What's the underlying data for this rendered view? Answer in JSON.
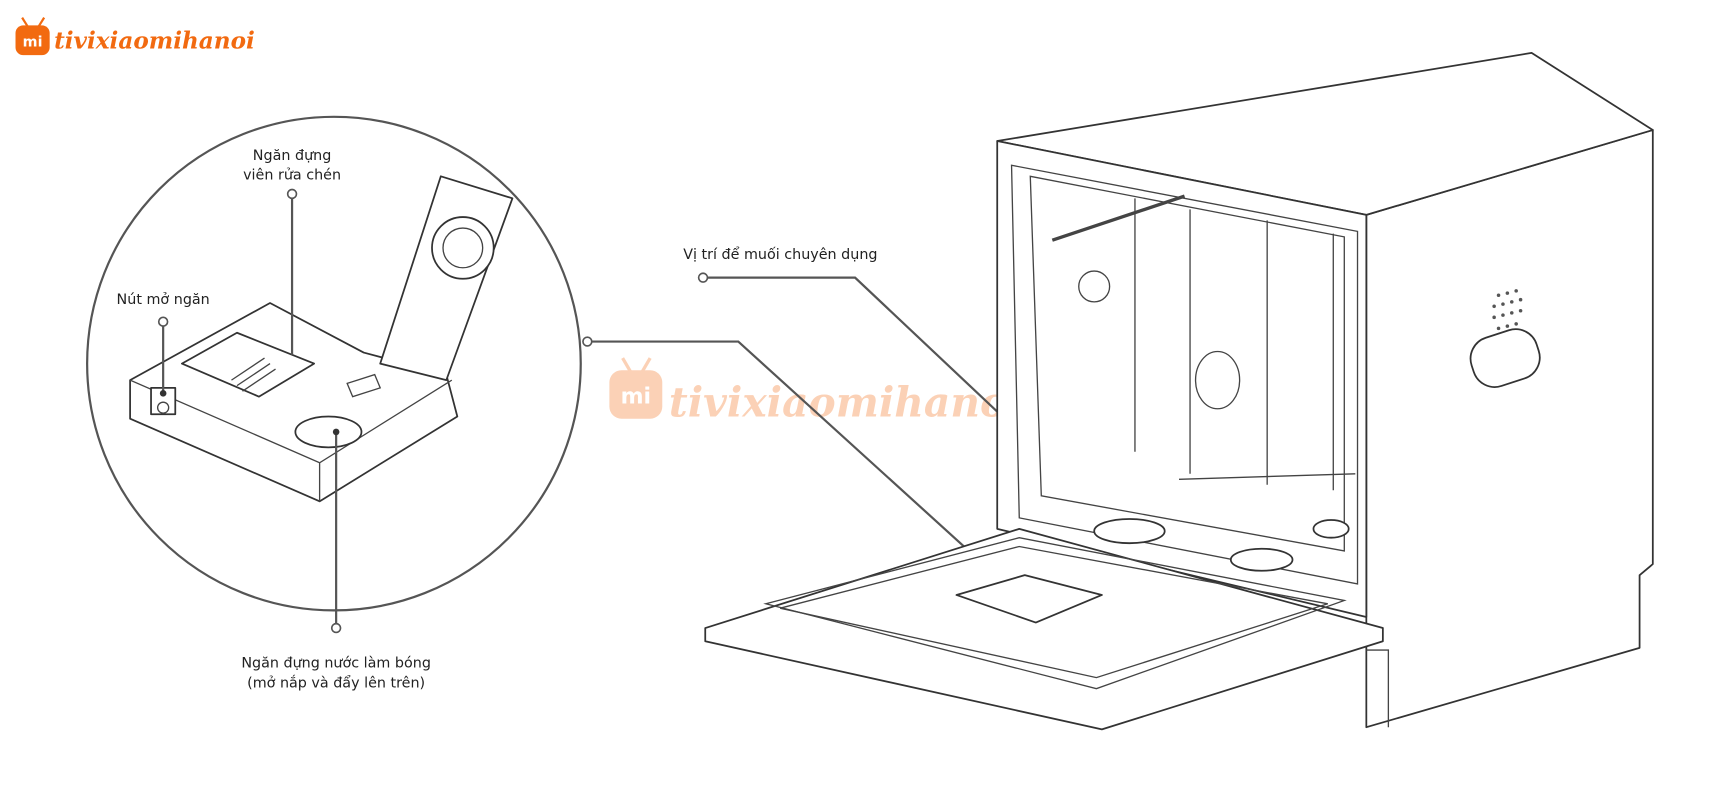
{
  "brand": {
    "logo_text": "tivixiaomihanoi",
    "badge_text": "mi",
    "color": "#F26A10"
  },
  "watermark": {
    "text": "tivixiaomihanoi",
    "badge_text": "mi"
  },
  "labels": {
    "detergent_line1": "Ngăn đựng",
    "detergent_line2": "viên rửa chén",
    "open_button": "Nút mở ngăn",
    "rinse_line1": "Ngăn đựng nước làm bóng",
    "rinse_line2": "(mở nắp và đẩy lên trên)",
    "salt": "Vị trí để muối chuyên dụng"
  }
}
